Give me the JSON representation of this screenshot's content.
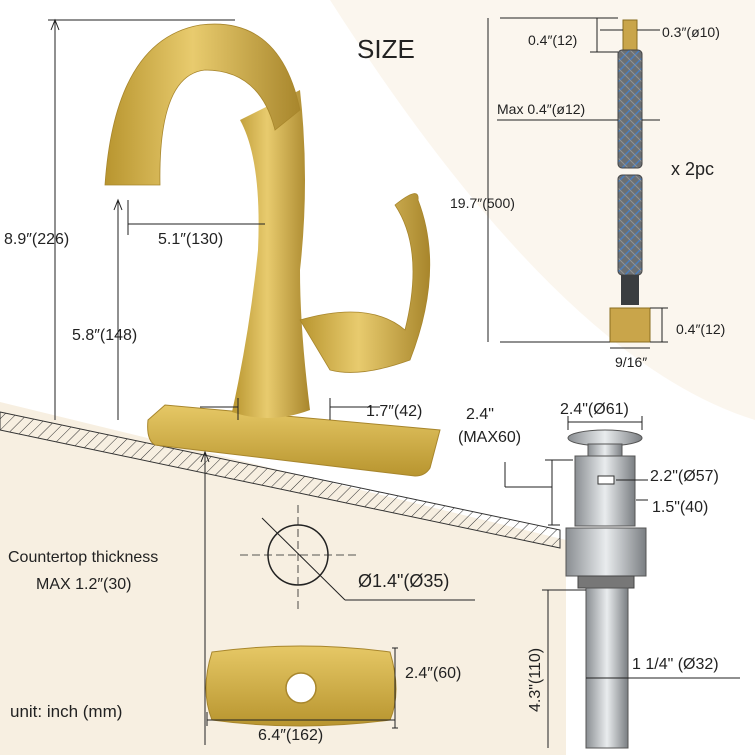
{
  "title": "SIZE",
  "unit_note": "unit: inch (mm)",
  "faucet": {
    "height": "8.9″(226)",
    "reach": "5.1″(130)",
    "spout_height": "5.8″(148)",
    "base_diameter": "1.7″(42)"
  },
  "countertop": {
    "line1": "Countertop thickness",
    "line2": "MAX 1.2″(30)"
  },
  "hole": {
    "diameter": "Ø1.4\"(Ø35)"
  },
  "deck_plate": {
    "width": "6.4″(162)",
    "height": "2.4″(60)"
  },
  "hose": {
    "top_length": "0.4″(12)",
    "top_diameter": "0.3″(ø10)",
    "max_diameter": "Max 0.4″(ø12)",
    "quantity": "x 2pc",
    "length": "19.7″(500)",
    "nut_length": "0.4″(12)",
    "nut_size": "9/16″"
  },
  "drain": {
    "max_thickness_line1": "2.4\"",
    "max_thickness_line2": "(MAX60)",
    "cap_diameter": "2.4\"(Ø61)",
    "body_diameter": "2.2\"(Ø57)",
    "neck_height": "1.5\"(40)",
    "tail_length": "4.3\"(110)",
    "tail_diameter": "1 1/4\" (Ø32)"
  },
  "colors": {
    "gold": "#d4b04a",
    "gold_dark": "#a8862c",
    "hose": "#6b6f73",
    "braid": "#4a7fbf",
    "countertop_fill": "#f7efe1",
    "dim_line": "#222222"
  }
}
